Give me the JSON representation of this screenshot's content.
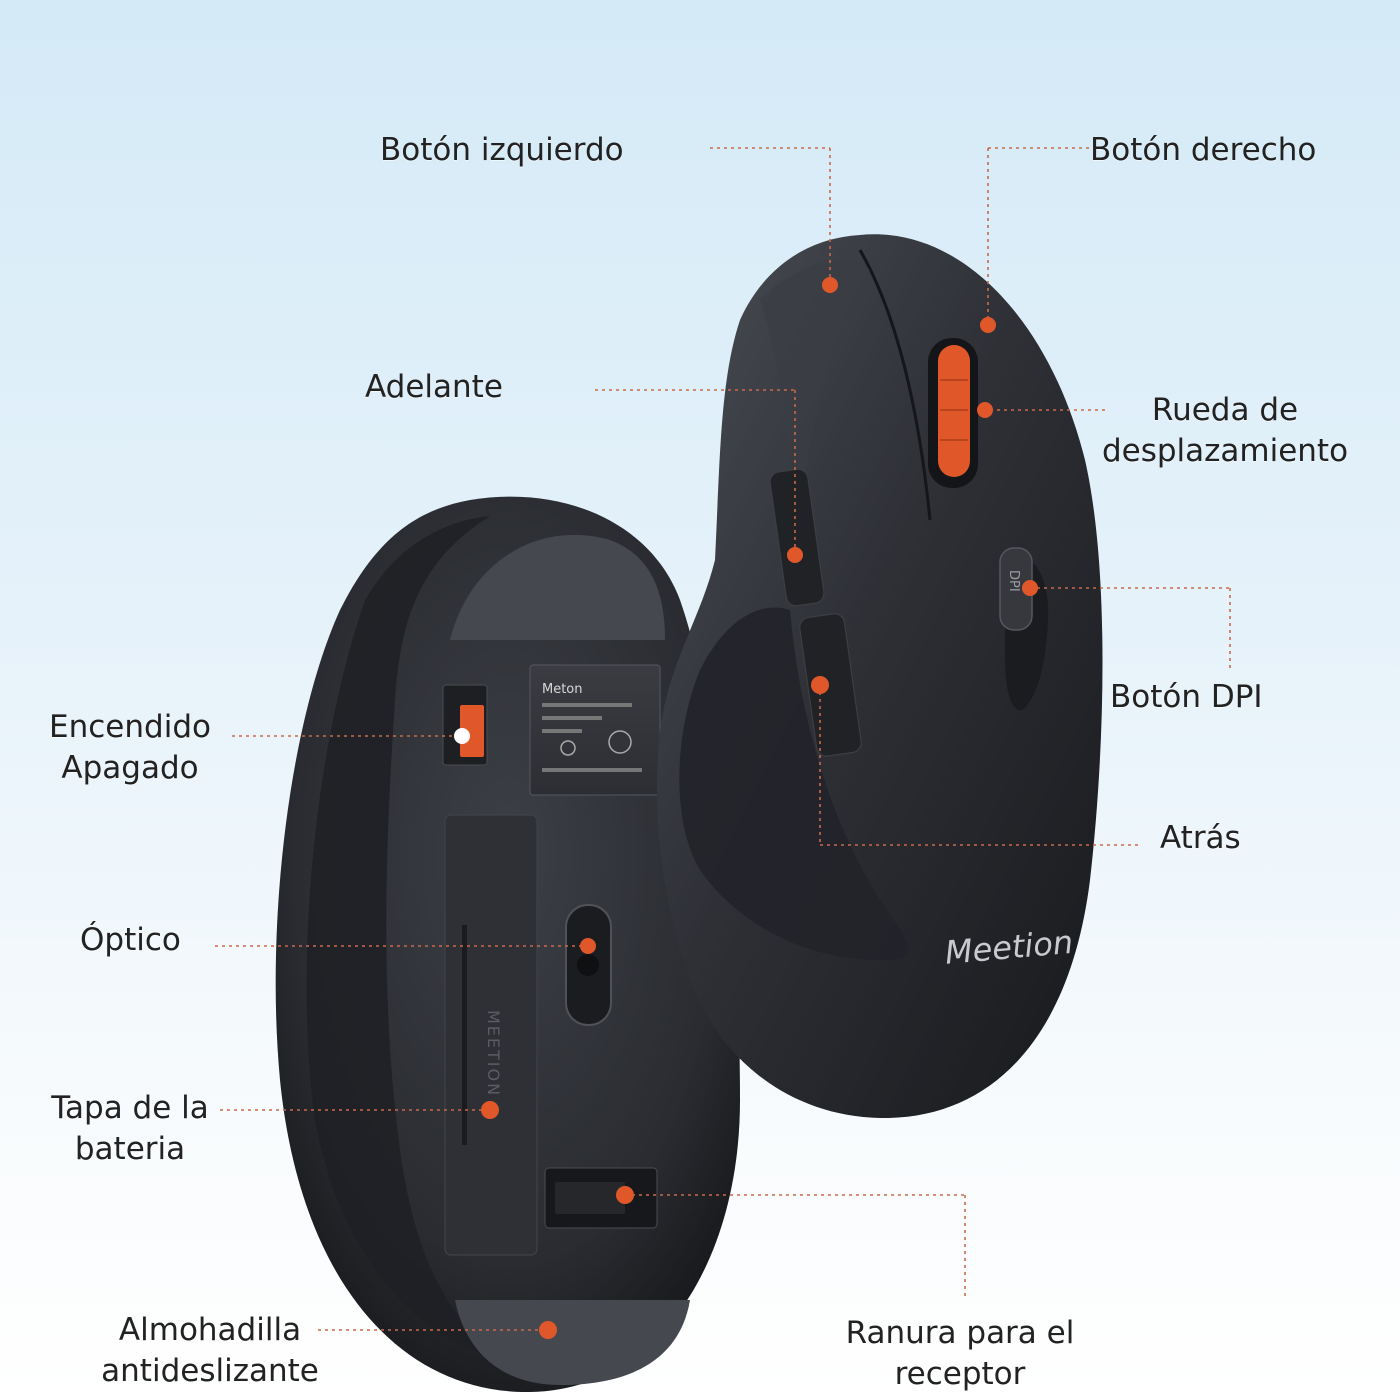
{
  "labels": {
    "left_button": "Botón izquierdo",
    "right_button": "Botón derecho",
    "forward": "Adelante",
    "scroll_wheel": [
      "Rueda de",
      "desplazamiento"
    ],
    "dpi_button": "Botón DPI",
    "power": [
      "Encendido",
      "Apagado"
    ],
    "back": "Atrás",
    "optical": "Óptico",
    "battery_cover": [
      "Tapa de la",
      "bateria"
    ],
    "anti_slip_pad": [
      "Almohadilla",
      "antideslizante"
    ],
    "receiver_slot": [
      "Ranura para el",
      "receptor"
    ]
  },
  "product": {
    "brand_logo": "Meetion",
    "bottom_sticker_brand": "Meton",
    "dpi_button_text": "DPI",
    "battery_mark": "MEETION"
  },
  "colors": {
    "accent": "#e0582a",
    "leader": "#c96a4a",
    "mouse_body": "#2b2d33",
    "text": "#222222"
  }
}
